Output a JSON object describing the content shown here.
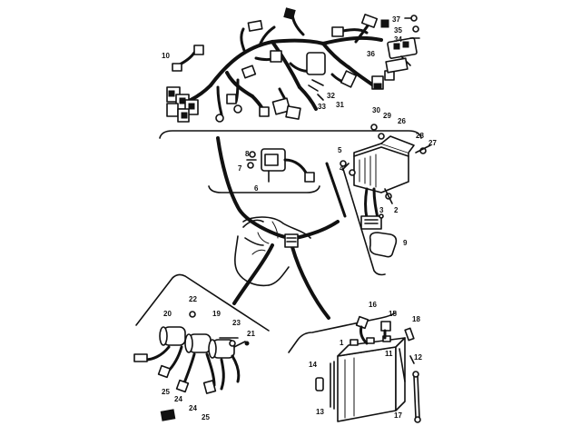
{
  "diagram": {
    "type": "exploded-parts-diagram",
    "callouts": [
      {
        "id": "c1",
        "label": "1"
      },
      {
        "id": "c2",
        "label": "2"
      },
      {
        "id": "c3",
        "label": "3"
      },
      {
        "id": "c4",
        "label": "4"
      },
      {
        "id": "c5",
        "label": "5"
      },
      {
        "id": "c6",
        "label": "6"
      },
      {
        "id": "c7",
        "label": "7"
      },
      {
        "id": "c8",
        "label": "8"
      },
      {
        "id": "c9",
        "label": "9"
      },
      {
        "id": "c10",
        "label": "10"
      },
      {
        "id": "c11",
        "label": "11"
      },
      {
        "id": "c12",
        "label": "12"
      },
      {
        "id": "c13",
        "label": "13"
      },
      {
        "id": "c14",
        "label": "14"
      },
      {
        "id": "c15",
        "label": "15"
      },
      {
        "id": "c16",
        "label": "16"
      },
      {
        "id": "c17",
        "label": "17"
      },
      {
        "id": "c18",
        "label": "18"
      },
      {
        "id": "c19",
        "label": "19"
      },
      {
        "id": "c20",
        "label": "20"
      },
      {
        "id": "c21",
        "label": "21"
      },
      {
        "id": "c22",
        "label": "22"
      },
      {
        "id": "c23",
        "label": "23"
      },
      {
        "id": "c24a",
        "label": "24"
      },
      {
        "id": "c24b",
        "label": "24"
      },
      {
        "id": "c25a",
        "label": "25"
      },
      {
        "id": "c25b",
        "label": "25"
      },
      {
        "id": "c26",
        "label": "26"
      },
      {
        "id": "c27",
        "label": "27"
      },
      {
        "id": "c28",
        "label": "28"
      },
      {
        "id": "c29",
        "label": "29"
      },
      {
        "id": "c30",
        "label": "30"
      },
      {
        "id": "c31",
        "label": "31"
      },
      {
        "id": "c32",
        "label": "32"
      },
      {
        "id": "c33",
        "label": "33"
      },
      {
        "id": "c34",
        "label": "34"
      },
      {
        "id": "c35",
        "label": "35"
      },
      {
        "id": "c36",
        "label": "36"
      },
      {
        "id": "c37",
        "label": "37"
      }
    ]
  }
}
